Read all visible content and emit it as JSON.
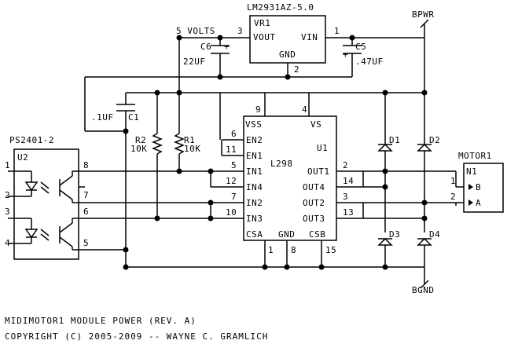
{
  "vr1": {
    "part": "LM2931AZ-5.0",
    "ref": "VR1",
    "vout": "VOUT",
    "vin": "VIN",
    "gnd": "GND",
    "pin_out": "3",
    "pin_in": "1",
    "pin_gnd": "2"
  },
  "net_5v": "5 VOLTS",
  "net_bpwr": "BPWR",
  "net_bgnd": "BGND",
  "c6": {
    "ref": "C6",
    "value": "22UF",
    "polarity": "+"
  },
  "c5": {
    "ref": "C5",
    "value": ".47UF",
    "polarity": "+"
  },
  "c1": {
    "ref": "C1",
    "value": ".1UF"
  },
  "r2": {
    "ref": "R2",
    "value": "10K"
  },
  "r1": {
    "ref": "R1",
    "value": "10K"
  },
  "u1": {
    "part": "L298",
    "ref": "U1",
    "vss": "VSS",
    "vs": "VS",
    "en2": "EN2",
    "en1": "EN1",
    "in1": "IN1",
    "in4": "IN4",
    "in2": "IN2",
    "in3": "IN3",
    "out1": "OUT1",
    "out4": "OUT4",
    "out2": "OUT2",
    "out3": "OUT3",
    "csa": "CSA",
    "gnd": "GND",
    "csb": "CSB",
    "p_vss": "9",
    "p_vs": "4",
    "p_en2": "6",
    "p_en1": "11",
    "p_in1": "5",
    "p_in4": "12",
    "p_in2": "7",
    "p_in3": "10",
    "p_out1": "2",
    "p_out4": "14",
    "p_out2": "3",
    "p_out3": "13",
    "p_csa": "1",
    "p_gnd": "8",
    "p_csb": "15"
  },
  "u2": {
    "part": "PS2401-2",
    "ref": "U2",
    "p1": "1",
    "p2": "2",
    "p3": "3",
    "p4": "4",
    "p5": "5",
    "p6": "6",
    "p7": "7",
    "p8": "8"
  },
  "diodes": {
    "d1": "D1",
    "d2": "D2",
    "d3": "D3",
    "d4": "D4"
  },
  "motor": {
    "part": "MOTOR1",
    "ref": "N1",
    "pin1": "1",
    "pin2": "2",
    "a_label": "B",
    "b_label": "A"
  },
  "footer": {
    "line1": "MIDIMOTOR1 MODULE POWER (REV. A)",
    "line2": "COPYRIGHT (C) 2005-2009 -- WAYNE C. GRAMLICH"
  }
}
